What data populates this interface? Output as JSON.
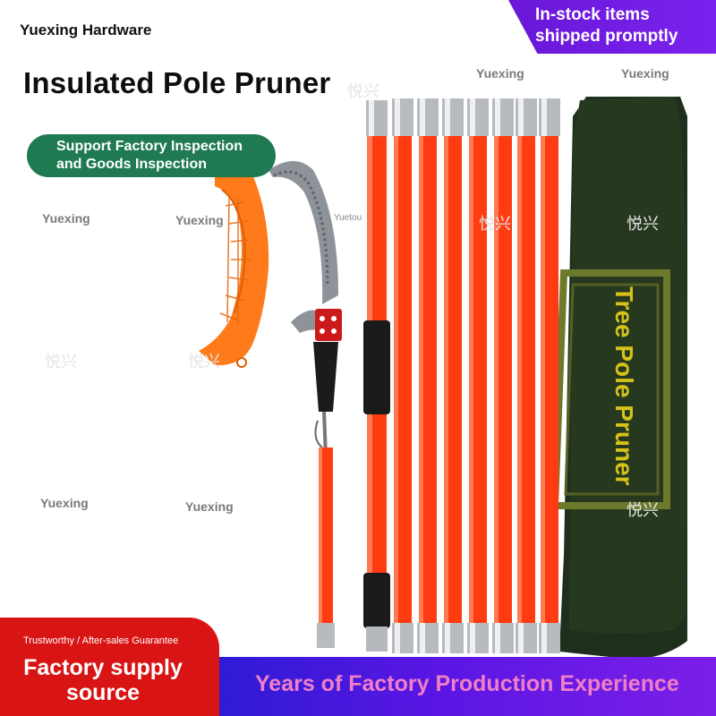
{
  "brand": "Yuexing Hardware",
  "corner_banner": {
    "line1": "In-stock items",
    "line2": "shipped promptly"
  },
  "title": "Insulated Pole Pruner",
  "support_badge": {
    "line1": "Support Factory Inspection",
    "line2": "and Goods Inspection"
  },
  "watermarks": {
    "yuexing": "Yuexing",
    "yuetou": "Yuetou",
    "cn": "悦兴"
  },
  "bag_text": "Tree Pole Pruner",
  "bottom_left": {
    "small": "Trustworthy / After-sales Guarantee",
    "line1": "Factory supply",
    "line2": "source"
  },
  "bottom_bar": "Years of Factory Production Experience",
  "colors": {
    "pole": "#ff3b12",
    "bag": "#223321",
    "bag_text": "#d6c21a",
    "cover": "#ff7a1a",
    "badge": "#1f7a52",
    "footer_red": "#d91414",
    "footer_purple": "#5b16e3"
  }
}
